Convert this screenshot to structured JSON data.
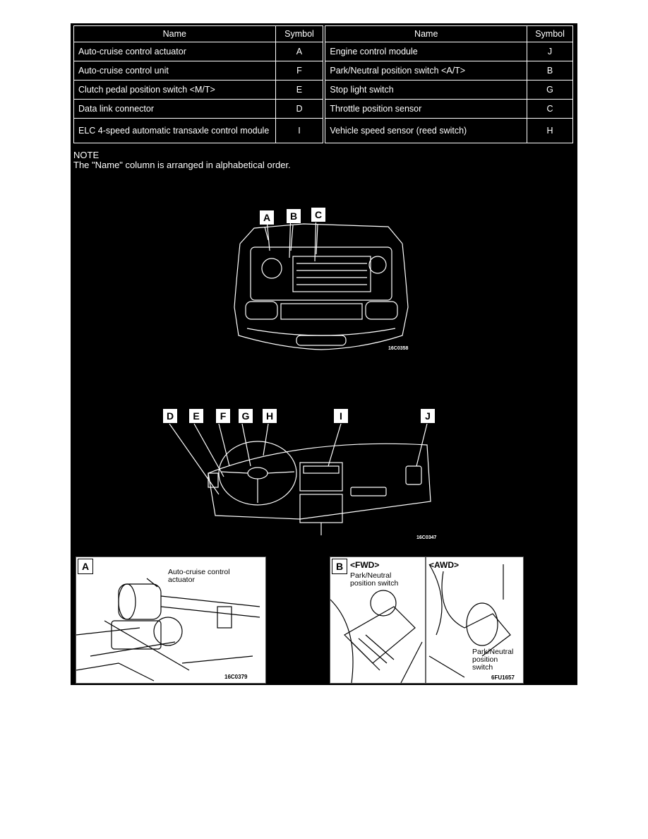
{
  "table": {
    "headers": {
      "name_left": "Name",
      "symbol_left": "Symbol",
      "name_right": "Name",
      "symbol_right": "Symbol"
    },
    "rows": [
      {
        "left_name": "Auto-cruise control actuator",
        "left_symbol": "A",
        "right_name": "Engine control module",
        "right_symbol": "J"
      },
      {
        "left_name": "Auto-cruise control unit",
        "left_symbol": "F",
        "right_name": "Park/Neutral position switch <A/T>",
        "right_symbol": "B"
      },
      {
        "left_name": "Clutch pedal position switch <M/T>",
        "left_symbol": "E",
        "right_name": "Stop light switch",
        "right_symbol": "G"
      },
      {
        "left_name": "Data link connector",
        "left_symbol": "D",
        "right_name": "Throttle position sensor",
        "right_symbol": "C"
      },
      {
        "left_name": "ELC 4-speed automatic transaxle control module",
        "left_symbol": "I",
        "right_name": "Vehicle speed sensor (reed switch)",
        "right_symbol": "H"
      }
    ]
  },
  "note": {
    "title": "NOTE",
    "text": "The \"Name\" column is arranged in alphabetical order."
  },
  "engine_figure": {
    "callouts": [
      "A",
      "B",
      "C"
    ],
    "code": "16C0358"
  },
  "dash_figure": {
    "callouts": [
      "D",
      "E",
      "F",
      "G",
      "H",
      "I",
      "J"
    ],
    "code": "16C0347"
  },
  "inset_a": {
    "label": "A",
    "caption_line1": "Auto-cruise control",
    "caption_line2": "actuator",
    "code": "16C0379"
  },
  "inset_b": {
    "label": "B",
    "fwd": "<FWD>",
    "fwd_caption_line1": "Park/Neutral",
    "fwd_caption_line2": "position  switch",
    "awd": "<AWD>",
    "awd_caption_line1": "Park/Neutral",
    "awd_caption_line2": "position",
    "awd_caption_line3": "switch",
    "code": "6FU1657"
  }
}
